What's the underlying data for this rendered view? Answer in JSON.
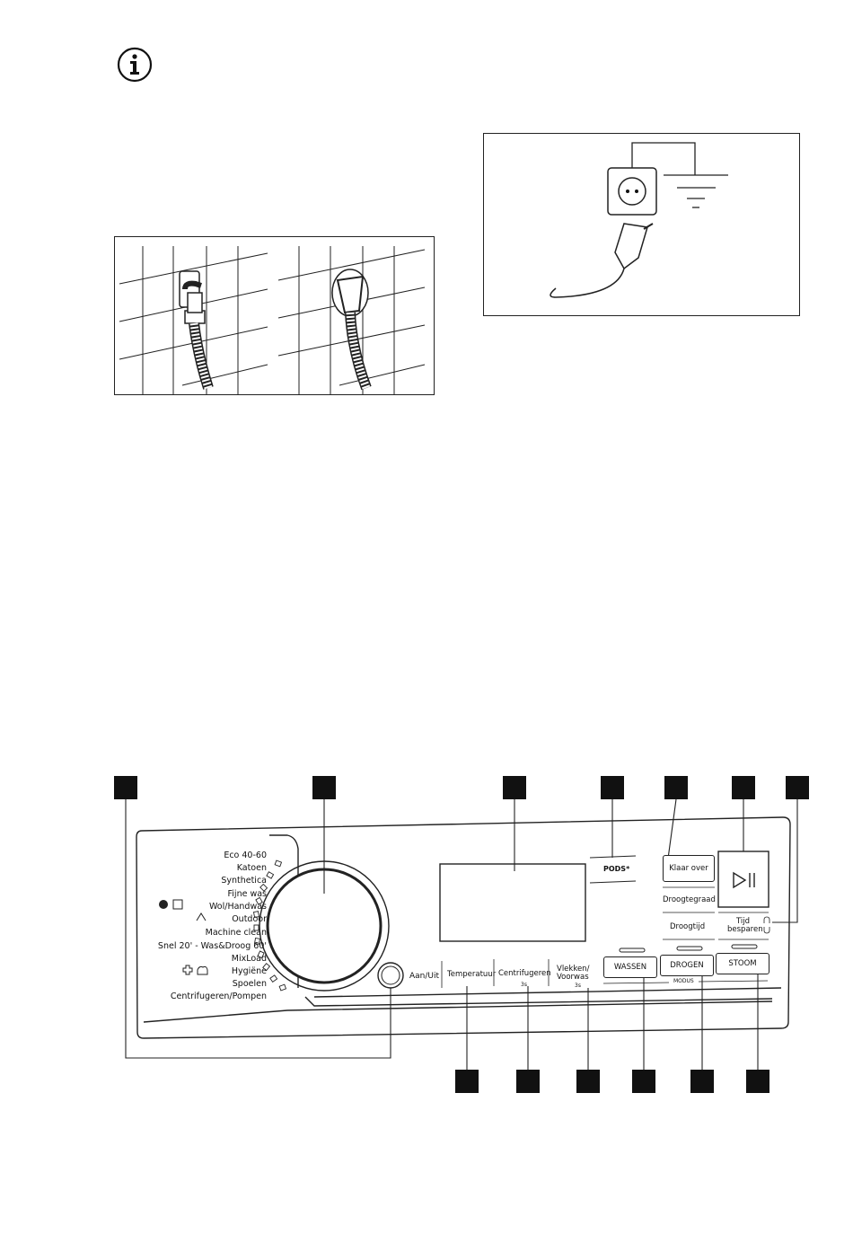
{
  "info_icon": "info-icon",
  "panel": {
    "programs": [
      "Eco 40-60",
      "Katoen",
      "Synthetica",
      "Fijne was",
      "Wol/Handwas",
      "Outdoor",
      "Machine clean",
      "Snel 20' - Was&Droog 60'",
      "MixLoad",
      "Hygiëne",
      "Spoelen",
      "Centrifugeren/Pompen"
    ],
    "power_label": "Aan/Uit",
    "temperature_label": "Temperatuur",
    "spin_label": "Centrifugeren",
    "spin_sub": "3s",
    "stains_label_1": "Vlekken/",
    "stains_label_2": "Voorwas",
    "stains_sub": "3s",
    "pods_label": "PODS*",
    "ready_label": "Klaar over",
    "dryness_label": "Droogtegraad",
    "drytime_label": "Droogtijd",
    "timesave_label_1": "Tijd",
    "timesave_label_2": "besparen",
    "wash_label": "WASSEN",
    "dry_label": "DROGEN",
    "steam_label": "STOOM",
    "mode_label": "MODUS"
  }
}
